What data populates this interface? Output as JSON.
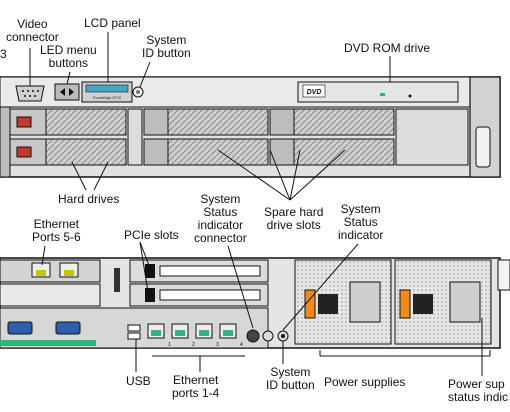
{
  "front": {
    "labels": {
      "edge_fragment": "3",
      "video_connector": "Video\nconnector",
      "led_menu_buttons": "LED menu\nbuttons",
      "lcd_panel": "LCD panel",
      "system_id_button": "System\nID button",
      "dvd_rom_drive": "DVD ROM drive",
      "hard_drives": "Hard drives",
      "spare_slots": "Spare hard\ndrive slots"
    },
    "dvd_logo": "DVD",
    "lcd_text": "PowerEdge R710"
  },
  "rear": {
    "labels": {
      "ethernet_5_6": "Ethernet\nPorts 5-6",
      "pcie_slots": "PCIe slots",
      "status_connector": "System\nStatus\nindicator\nconnector",
      "status_indicator": "System\nStatus\nindicator",
      "usb": "USB",
      "ethernet_1_4": "Ethernet\nports 1-4",
      "system_id_button": "System\nID button",
      "power_supplies": "Power supplies",
      "psu_status": "Power sup\nstatus indic"
    },
    "port_numbers": [
      "1",
      "2",
      "3",
      "4"
    ]
  },
  "colors": {
    "line": "#111111",
    "chassis_gray": "#d8d8d8",
    "lcd_blue": "#46a7c6",
    "psu_orange": "#f08a1c",
    "port_green": "#2fb37f",
    "rear_port_blue": "#2f5fa8"
  }
}
